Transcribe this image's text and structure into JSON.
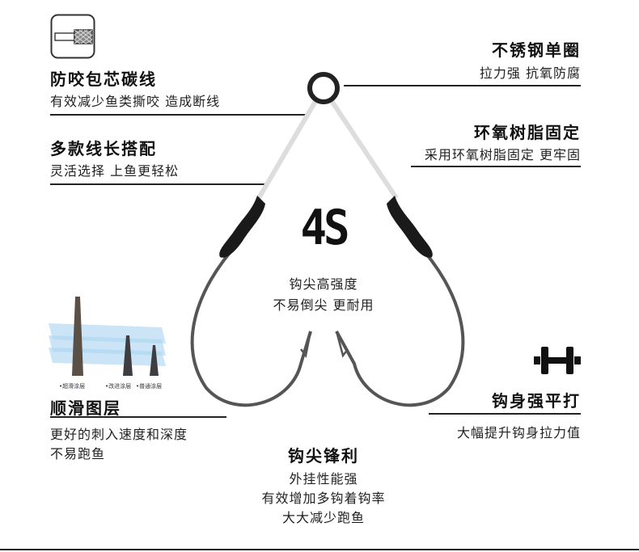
{
  "features": {
    "core_line": {
      "title": "防咬包芯碳线",
      "desc": "有效减少鱼类撕咬 造成断线"
    },
    "line_length": {
      "title": "多款线长搭配",
      "desc": "灵活选择  上鱼更轻松"
    },
    "stainless_ring": {
      "title": "不锈钢单圈",
      "desc": "拉力强 抗氧防腐"
    },
    "epoxy": {
      "title": "环氧树脂固定",
      "desc": "采用环氧树脂固定 更牢固"
    },
    "coating": {
      "title": "顺滑图层",
      "desc1": "更好的刺入速度和深度",
      "desc2": "不易跑鱼",
      "labels": [
        "•超滑涂层",
        "•改进涂层",
        "•普通涂层"
      ]
    },
    "flat_forged": {
      "title": "钩身强平打",
      "desc": "大幅提升钩身拉力值"
    },
    "sharp_point": {
      "title": "钩尖锋利",
      "desc1": "外挂性能强",
      "desc2": "有效增加多钩着钩率",
      "desc3": "大大减少跑鱼"
    }
  },
  "center": {
    "logo": "4S",
    "line1": "钩尖高强度",
    "line2": "不易倒尖 更耐用"
  }
}
